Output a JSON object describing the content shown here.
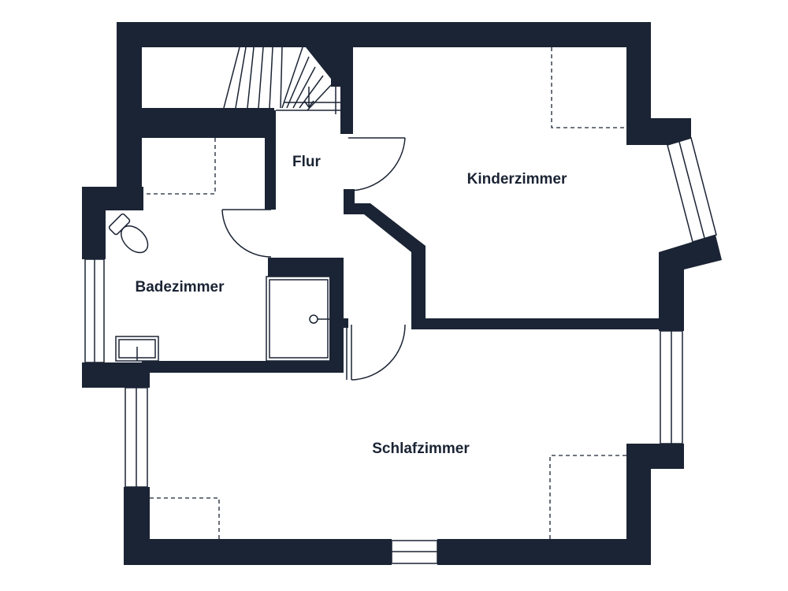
{
  "plan": {
    "rooms": {
      "flur": "Flur",
      "kinderzimmer": "Kinderzimmer",
      "badezimmer": "Badezimmer",
      "schlafzimmer": "Schlafzimmer"
    },
    "colors": {
      "wall": "#1b2434",
      "background": "#ffffff"
    },
    "icons": [
      "staircase-icon",
      "door-swing-icon",
      "window-icon",
      "toilet-icon",
      "shower-icon",
      "sink-icon"
    ]
  }
}
